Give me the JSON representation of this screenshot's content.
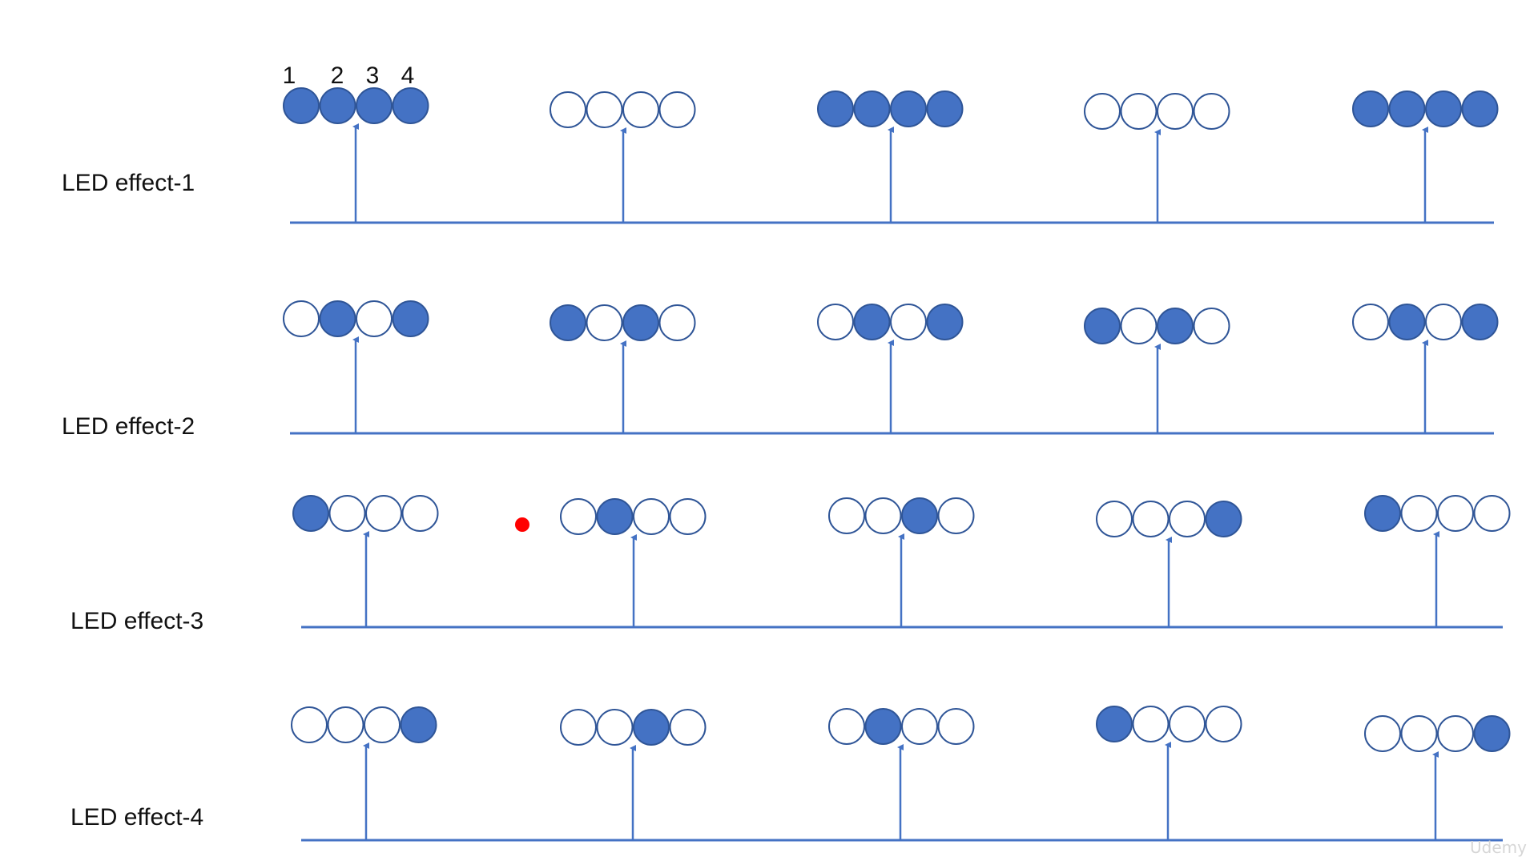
{
  "colors": {
    "led_on": "#4472c4",
    "led_outline": "#2f5597",
    "line": "#4472c4",
    "marker": "#ff0000"
  },
  "led_numbers": [
    "1",
    "2",
    "3",
    "4"
  ],
  "rows": [
    {
      "label": "LED effect-1",
      "states": [
        [
          1,
          1,
          1,
          1
        ],
        [
          0,
          0,
          0,
          0
        ],
        [
          1,
          1,
          1,
          1
        ],
        [
          0,
          0,
          0,
          0
        ],
        [
          1,
          1,
          1,
          1
        ]
      ]
    },
    {
      "label": "LED effect-2",
      "states": [
        [
          0,
          1,
          0,
          1
        ],
        [
          1,
          0,
          1,
          0
        ],
        [
          0,
          1,
          0,
          1
        ],
        [
          1,
          0,
          1,
          0
        ],
        [
          0,
          1,
          0,
          1
        ]
      ]
    },
    {
      "label": "LED effect-3",
      "states": [
        [
          1,
          0,
          0,
          0
        ],
        [
          0,
          1,
          0,
          0
        ],
        [
          0,
          0,
          1,
          0
        ],
        [
          0,
          0,
          0,
          1
        ],
        [
          1,
          0,
          0,
          0
        ]
      ]
    },
    {
      "label": "LED effect-4",
      "states": [
        [
          0,
          0,
          0,
          1
        ],
        [
          0,
          0,
          1,
          0
        ],
        [
          0,
          1,
          0,
          0
        ],
        [
          1,
          0,
          0,
          0
        ],
        [
          0,
          0,
          0,
          1
        ]
      ]
    }
  ],
  "watermark": "Udemy"
}
